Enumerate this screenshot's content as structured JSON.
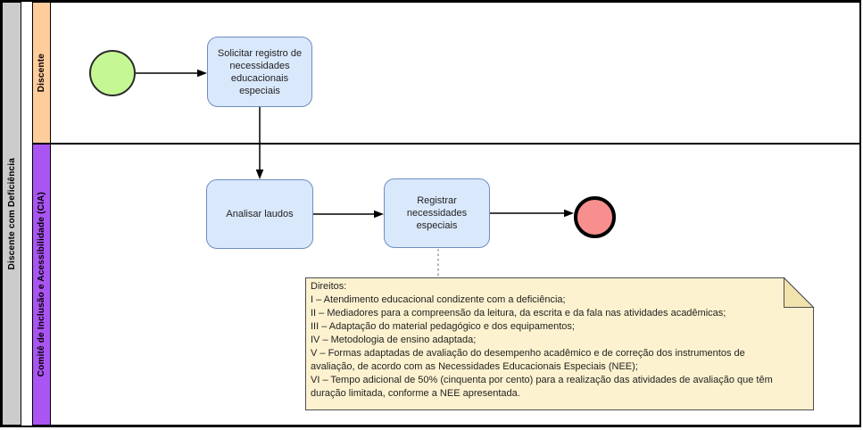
{
  "diagram": {
    "type": "bpmn-process",
    "pool": {
      "label": "Discente com Deficiência"
    },
    "lanes": [
      {
        "label": "Discente"
      },
      {
        "label": "Comitê de Inclusão e Acessibilidade (CIA)"
      }
    ],
    "nodes": {
      "start_event": {
        "kind": "start-event"
      },
      "task_solicitar": {
        "label": "Solicitar registro de necessidades educacionais especiais"
      },
      "task_analisar": {
        "label": "Analisar laudos"
      },
      "task_registrar": {
        "label": "Registrar necessidades especiais"
      },
      "end_event": {
        "kind": "end-event"
      }
    },
    "annotation": {
      "text": "Direitos:\nI – Atendimento educacional condizente com a deficiência;\nII – Mediadores para a compreensão da leitura, da escrita e da fala nas atividades acadêmicas;\nIII – Adaptação do material pedagógico e dos equipamentos;\nIV – Metodologia de ensino adaptada;\nV – Formas adaptadas de avaliação do desempenho acadêmico e de correção dos instrumentos de\navaliação, de acordo com as Necessidades Educacionais Especiais (NEE);\nVI – Tempo adicional de 50% (cinquenta por cento) para a realização das atividades de avaliação que têm\nduração limitada, conforme a NEE apresentada."
    },
    "colors": {
      "pool_label_bg": "#cccccc",
      "lane1_bg": "#ffcc9b",
      "lane2_bg": "#aa55f2",
      "task_fill": "#dae8fc",
      "task_border": "#6c8ebf",
      "start_fill": "#c6f795",
      "end_fill": "#f88f8f",
      "note_fill": "#fdf2cf",
      "note_fold": "#f2e3ae",
      "note_border": "#4d4d4d",
      "connector": "#000000",
      "association": "#8c8c8c"
    }
  }
}
